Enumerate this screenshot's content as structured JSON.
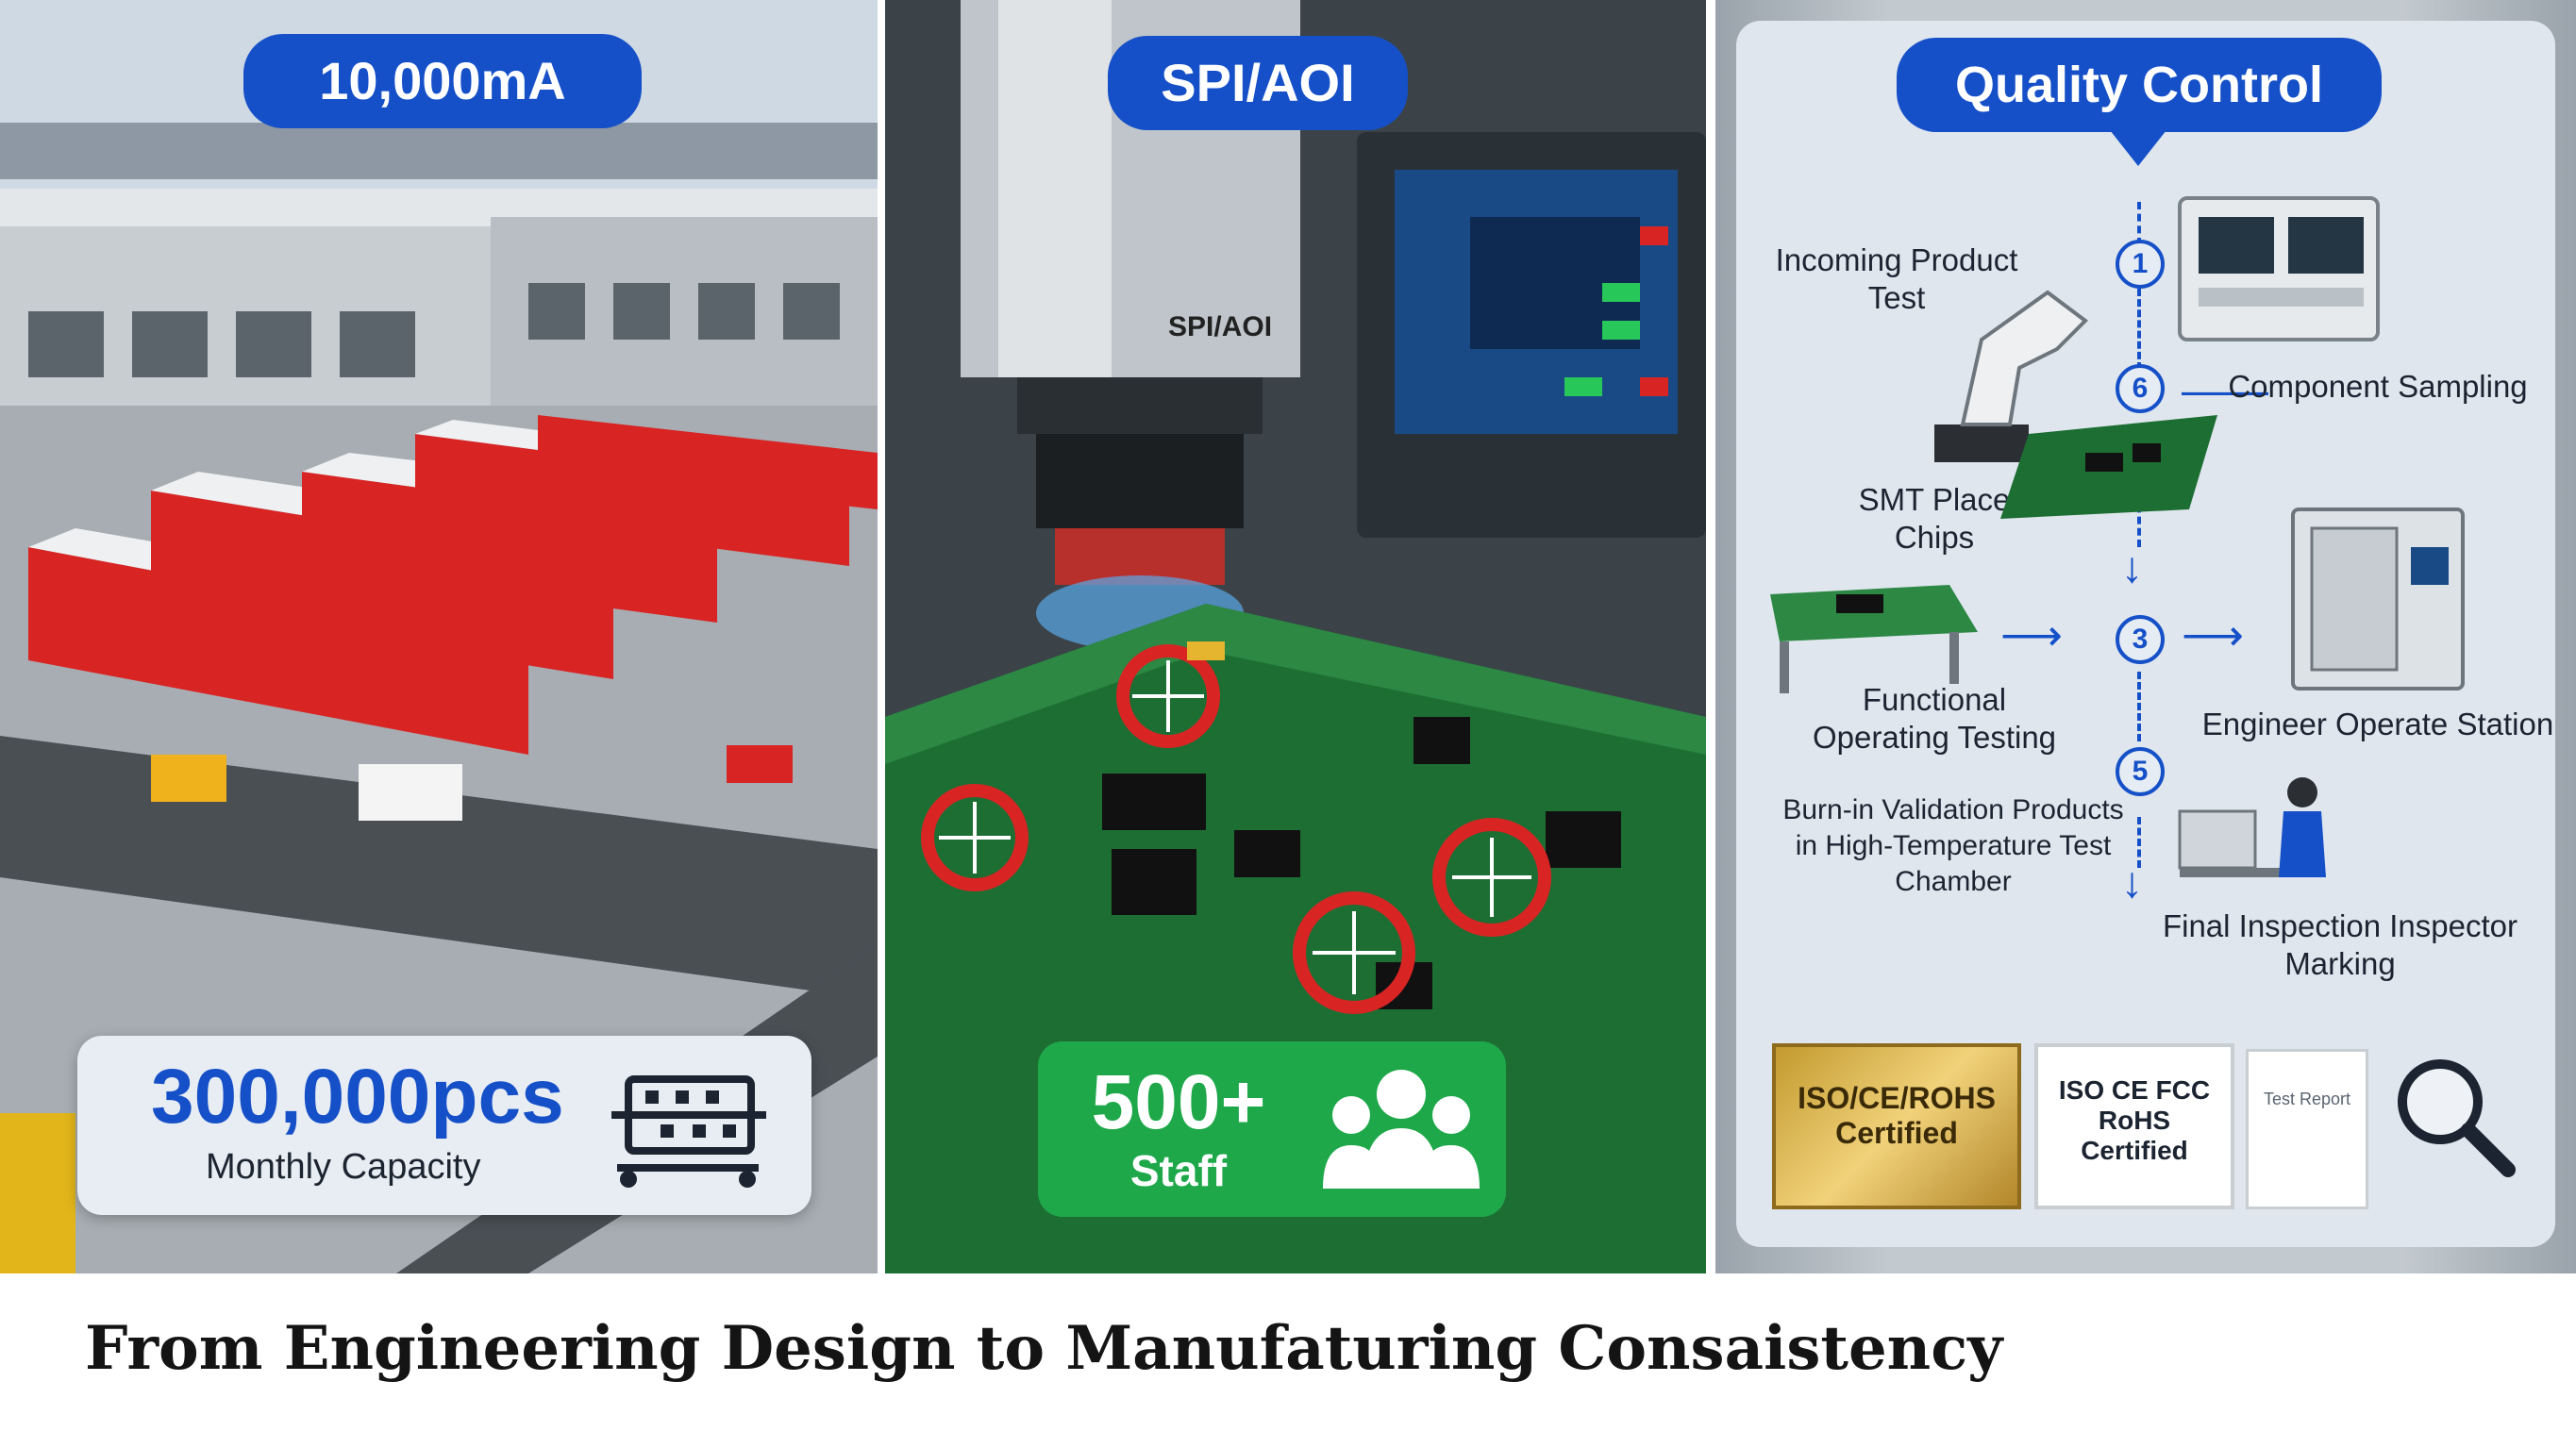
{
  "panel_capacity": {
    "badge": "10,000mA",
    "stat_value": "300,000pcs",
    "stat_label": "Monthly Capacity"
  },
  "panel_inspection": {
    "badge": "SPI/AOI",
    "machine_label": "SPI/AOI",
    "staff_value": "500+",
    "staff_label": "Staff"
  },
  "panel_quality": {
    "badge": "Quality Control",
    "steps": [
      {
        "num": "1",
        "label": "Incoming Product Test"
      },
      {
        "num": "6",
        "label": "Component Sampling"
      },
      {
        "label": "SMT Place Chips"
      },
      {
        "num": "3",
        "label": "Functional Operating Testing"
      },
      {
        "label": "Engineer Operate Station"
      },
      {
        "num": "5",
        "label": "Burn-in Validation Products in High-Temperature Test Chamber"
      },
      {
        "label": "Final Inspection Inspector Marking"
      }
    ],
    "certificates": [
      "ISO/CE/ROHS Certified",
      "ISO CE FCC RoHS Certified",
      "Test Report"
    ]
  },
  "footer": {
    "title": "From Engineering Design to Manufaturing Consaistency"
  },
  "colors": {
    "accent_blue": "#1550c8",
    "staff_green": "#1fa84a",
    "machine_red": "#d92424"
  }
}
